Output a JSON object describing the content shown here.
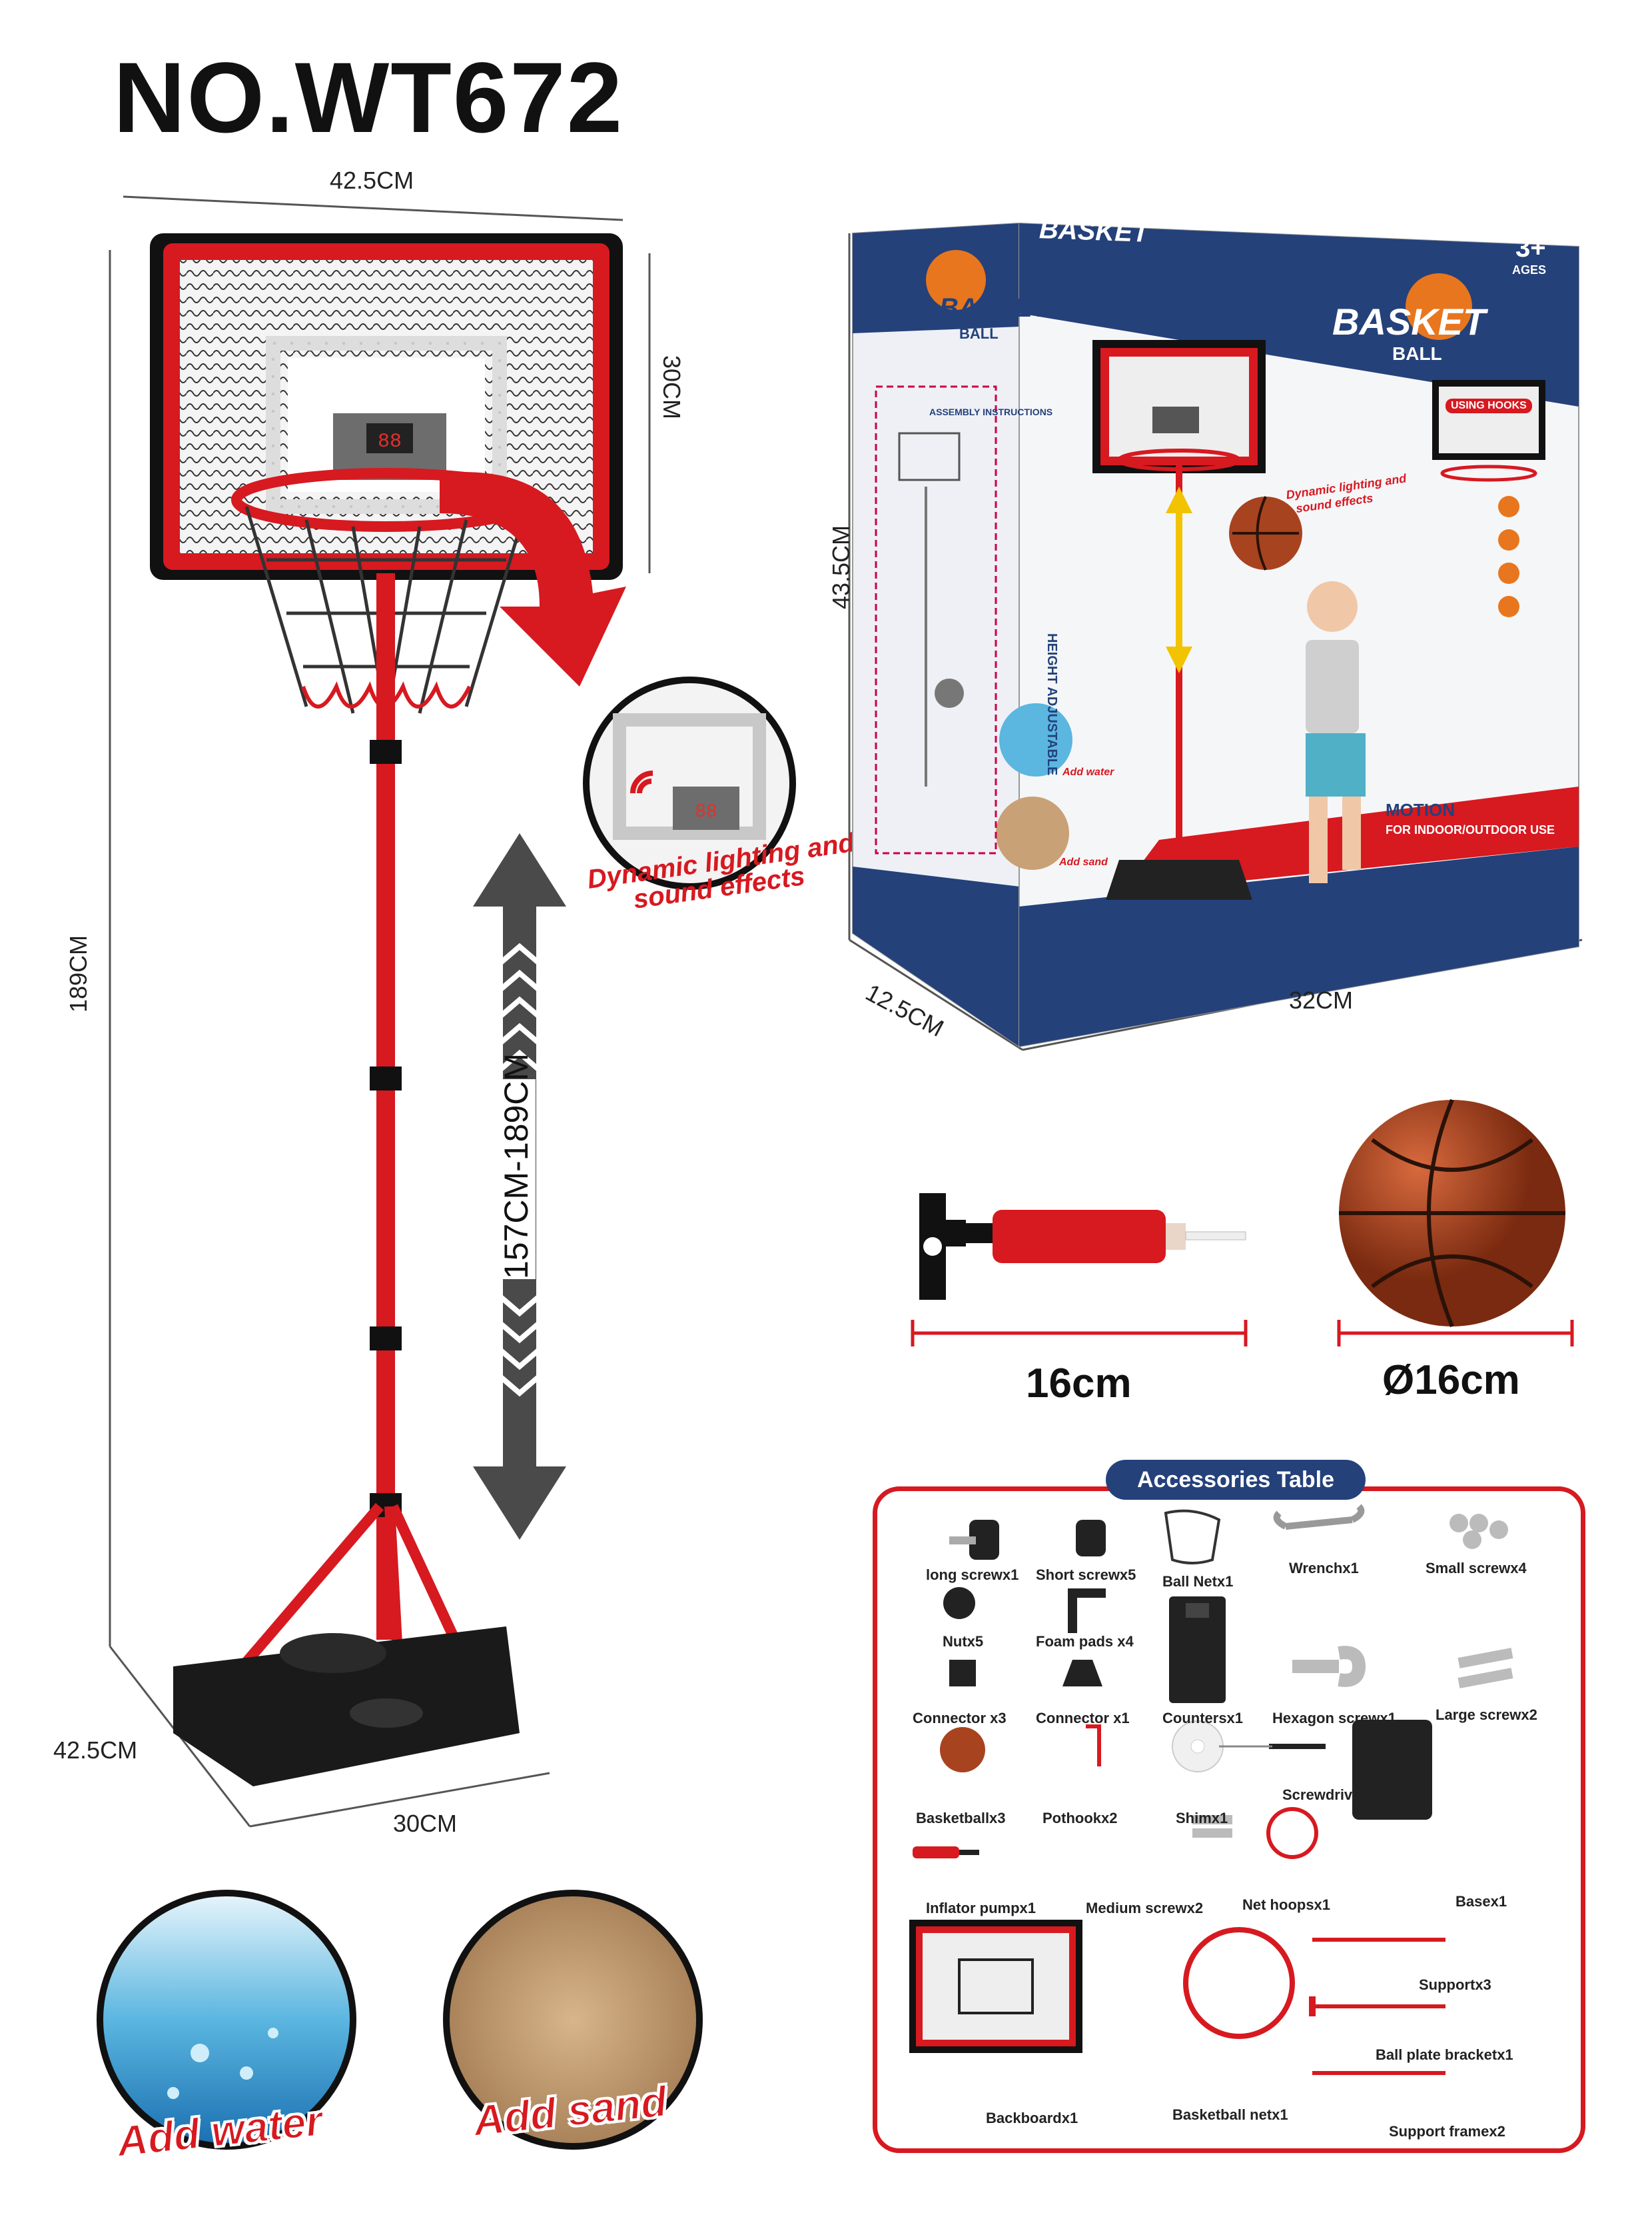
{
  "model": "NO.WT672",
  "dims": {
    "backboard_width": "42.5CM",
    "backboard_height": "30CM",
    "total_height": "189CM",
    "base_depth": "42.5CM",
    "base_width": "30CM",
    "height_range": "157CM-189CM",
    "box_height": "43.5CM",
    "box_depth": "12.5CM",
    "box_width": "32CM",
    "pump_length": "16cm",
    "ball_diameter": "Ø16cm"
  },
  "callout": {
    "line1": "Dynamic lighting and",
    "line2": "sound effects",
    "display": "88"
  },
  "add": {
    "water": "Add water",
    "sand": "Add sand"
  },
  "box": {
    "brand": "BASKET",
    "brand_sub": "BALL",
    "age": "3+",
    "age_sub": "AGES",
    "assembly": "ASSEMBLY INSTRUCTIONS",
    "using_hooks": "USING HOOKS",
    "height_adjustable": "HEIGHT ADJUSTABLE",
    "motion": "MOTION",
    "indoor": "FOR INDOOR/OUTDOOR USE",
    "add_water": "Add water",
    "add_sand": "Add sand",
    "dyn1": "Dynamic lighting and",
    "dyn2": "sound effects"
  },
  "accessories": {
    "title": "Accessories Table",
    "items": [
      "long screwx1",
      "Short screwx5",
      "Ball Netx1",
      "Wrenchx1",
      "Small screwx4",
      "Nutx5",
      "Foam pads x4",
      "Connector x3",
      "Connector x1",
      "Countersx1",
      "Hexagon screwx1",
      "Large screwx2",
      "Basketballx3",
      "Pothookx2",
      "Shimx1",
      "Screwdriverx1",
      "Inflator pumpx1",
      "Medium screwx2",
      "Net hoopsx1",
      "Basex1",
      "Supportx3",
      "Ball plate bracketx1",
      "Backboardx1",
      "Basketball netx1",
      "Support framex2"
    ]
  },
  "colors": {
    "red": "#d71920",
    "navy": "#24417a",
    "black": "#111111",
    "ball": "#a8431f"
  }
}
